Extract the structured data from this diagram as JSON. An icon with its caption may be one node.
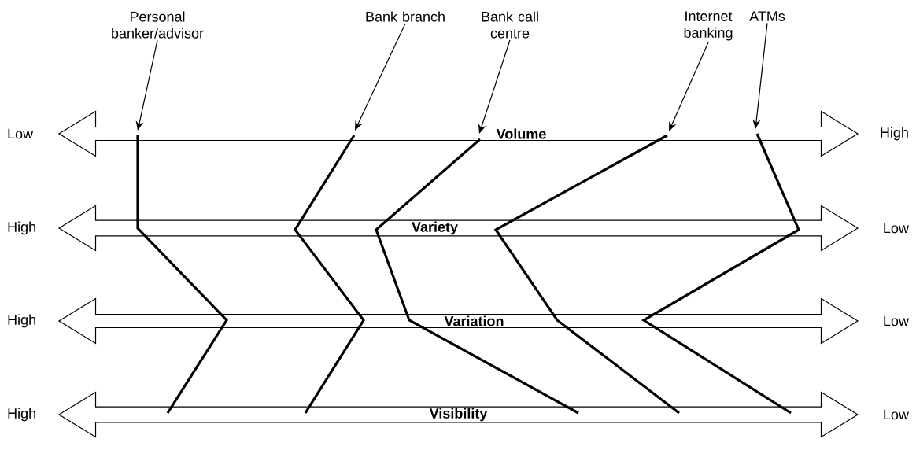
{
  "diagram": {
    "nodes": [
      {
        "text": [
          "Personal banker/advisor"
        ]
      },
      {
        "text": [
          "Bank branch"
        ]
      },
      {
        "text": [
          "Bank call centre"
        ]
      },
      {
        "text": [
          "Internet banking"
        ]
      },
      {
        "text": [
          "ATMs"
        ]
      },
      {
        "text": [
          "Volume"
        ]
      },
      {
        "text": [
          "Variety"
        ]
      },
      {
        "text": [
          "Variation"
        ]
      },
      {
        "text": [
          "Visibility"
        ]
      },
      {
        "text": [],
        "shape": "line"
      },
      {
        "text": [],
        "shape": "line"
      },
      {
        "text": [],
        "shape": "line"
      },
      {
        "text": [],
        "shape": "line"
      },
      {
        "text": [],
        "shape": "line"
      }
    ],
    "edges": [
      {
        "from": 0,
        "to": 9,
        "arrow": "to"
      },
      {
        "from": 1,
        "to": 10,
        "arrow": "to"
      },
      {
        "from": 2,
        "to": 11,
        "arrow": "to"
      },
      {
        "from": 3,
        "to": 12,
        "arrow": "to"
      },
      {
        "from": 4,
        "to": 13,
        "arrow": "to"
      }
    ],
    "labels": [
      "Low",
      "High",
      "High",
      "Low",
      "High",
      "Low",
      "High",
      "Low"
    ]
  }
}
